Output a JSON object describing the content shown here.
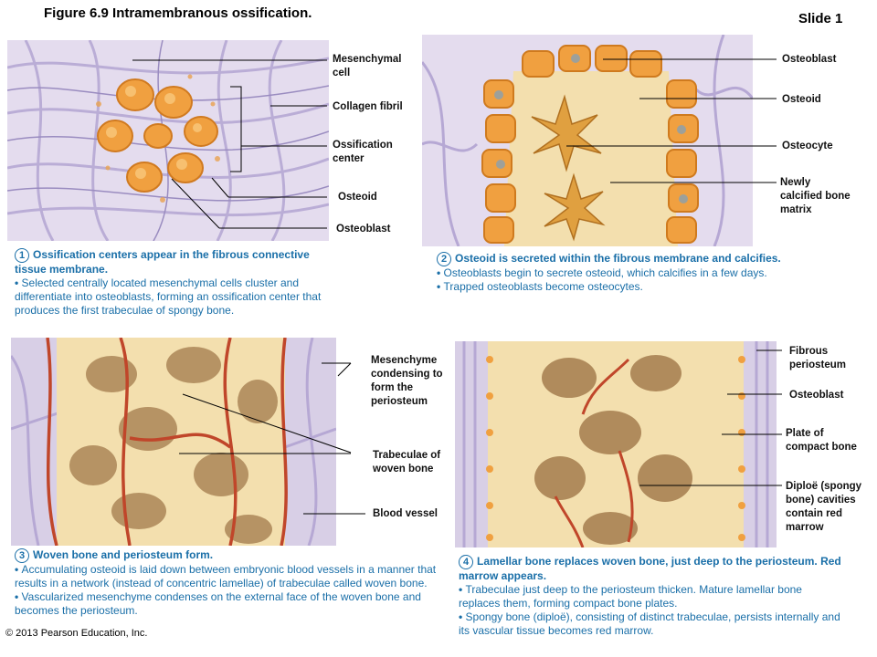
{
  "figure_title": "Figure 6.9  Intramembranous ossification.",
  "slide_label": "Slide 1",
  "copyright": "© 2013 Pearson Education, Inc.",
  "panels": [
    {
      "number": "1",
      "labels": [
        "Mesenchymal cell",
        "Collagen fibril",
        "Ossification center",
        "Osteoid",
        "Osteoblast"
      ],
      "caption_title": "Ossification centers appear in the fibrous connective tissue membrane.",
      "bullets": [
        "Selected centrally located mesenchymal cells cluster and differentiate into osteoblasts, forming an ossification center that produces the first trabeculae of spongy bone."
      ]
    },
    {
      "number": "2",
      "labels": [
        "Osteoblast",
        "Osteoid",
        "Osteocyte",
        "Newly calcified bone matrix"
      ],
      "caption_title": "Osteoid is secreted within the fibrous membrane and calcifies.",
      "bullets": [
        "Osteoblasts begin to secrete osteoid, which calcifies in a few days.",
        "Trapped osteoblasts become osteocytes."
      ]
    },
    {
      "number": "3",
      "labels": [
        "Mesenchyme condensing to form the periosteum",
        "Trabeculae of woven bone",
        "Blood vessel"
      ],
      "caption_title": "Woven bone and periosteum form.",
      "bullets": [
        "Accumulating osteoid is laid down between embryonic blood vessels in a manner that results in a network (instead of concentric lamellae) of trabeculae called woven bone.",
        "Vascularized mesenchyme condenses on the external face of the woven bone and becomes the periosteum."
      ]
    },
    {
      "number": "4",
      "labels": [
        "Fibrous periosteum",
        "Osteoblast",
        "Plate of compact bone",
        "Diploë (spongy bone) cavities contain red marrow"
      ],
      "caption_title": "Lamellar bone replaces woven bone, just deep to the periosteum. Red marrow appears.",
      "bullets": [
        "Trabeculae just deep to the periosteum thicken. Mature lamellar bone replaces them, forming compact bone plates.",
        "Spongy bone (diploë), consisting of distinct trabeculae, persists internally and its vascular tissue becomes red marrow."
      ]
    }
  ],
  "colors": {
    "caption_blue": "#1a6fa8",
    "bone": "#f3dfae",
    "cell_orange": "#f0a040",
    "vessel_red": "#c0462a",
    "membrane_purple": "#b9aed6"
  }
}
